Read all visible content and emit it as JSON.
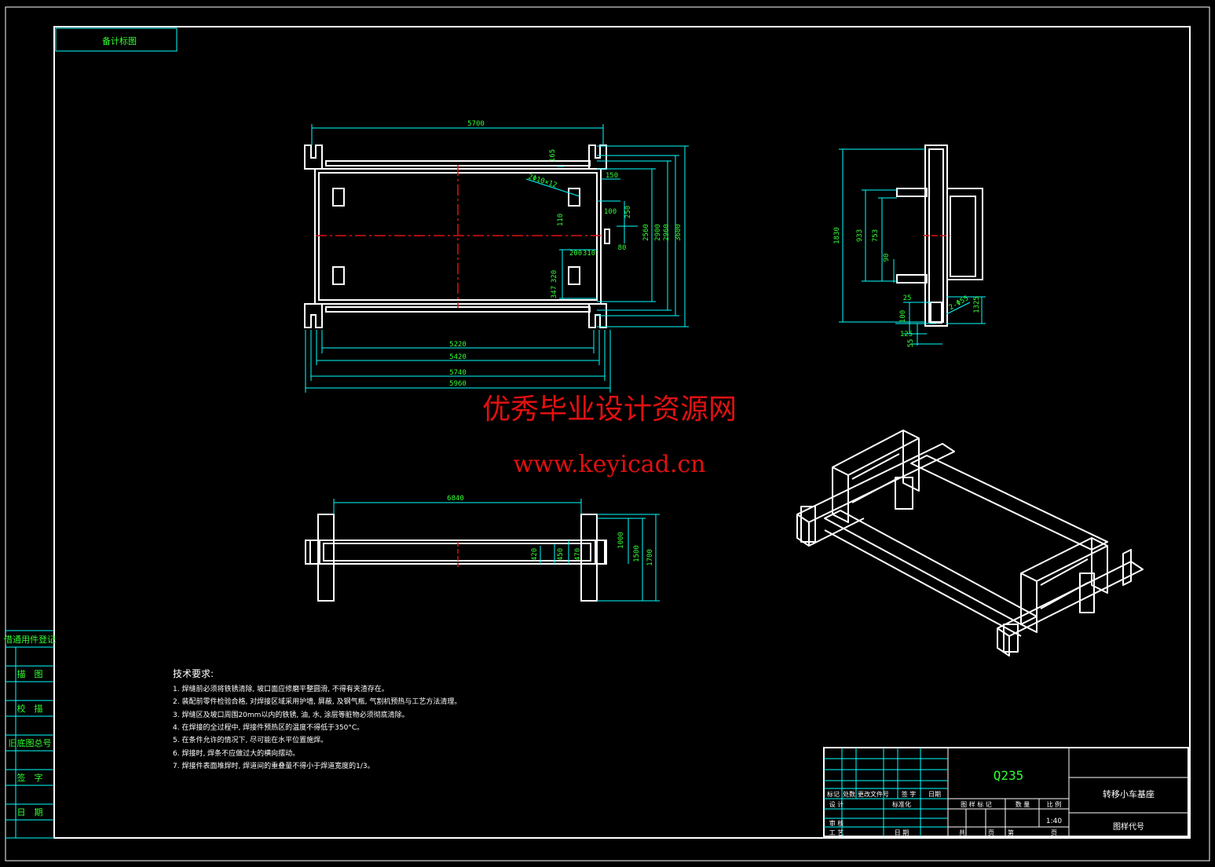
{
  "sidebar": {
    "top_label": "备计标图",
    "rows": [
      "借通用件登记",
      "描　图",
      "校　描",
      "旧底图总号",
      "签　字",
      "日　期"
    ]
  },
  "dimensions": {
    "top_width": "5700",
    "top_165": "165",
    "top_150": "150",
    "top_hole": "2Φ10×12",
    "top_100": "100",
    "top_250": "250",
    "top_110": "110",
    "top_80": "80",
    "top_200": "200",
    "top_310": "310",
    "top_320": "320",
    "top_347": "347",
    "top_2560": "2560",
    "top_2900": "2900",
    "top_2960": "2960",
    "top_3600": "3600",
    "bot_5220": "5220",
    "bot_5420": "5420",
    "bot_5740": "5740",
    "bot_5960": "5960",
    "front_width": "6840",
    "front_420": "420",
    "front_450": "450",
    "front_470": "470",
    "front_1000": "1000",
    "front_1500": "1500",
    "front_1700": "1700",
    "side_1830": "1830",
    "side_933": "933",
    "side_753": "753",
    "side_90": "90",
    "side_25": "25",
    "side_2phi": "2-Φ55",
    "side_1325": "1325",
    "side_100": "100",
    "side_125": "125",
    "side_55": "55"
  },
  "tech": {
    "title": "技术要求:",
    "items": [
      "1. 焊缝前必须将铁锈清除, 坡口面应修磨平整圆滑, 不得有夹渣存在。",
      "2. 装配前零件检验合格, 对焊接区域采用护墙, 屏蔽, 及钢气瓶, 气割机预热与工艺方法清理。",
      "3. 焊缝区及坡口周围20mm以内的铁锈, 油, 水, 涂层等脏物必须彻底清除。",
      "4. 在焊接的全过程中, 焊接件预热区的温度不得低于350°C。",
      "5. 在条件允许的情况下, 尽可能在水平位置施焊。",
      "6. 焊接时, 焊条不应做过大的横向摆动。",
      "7. 焊接件表面堆焊时, 焊道间的重叠量不得小于焊道宽度的1/3。"
    ]
  },
  "titleblock": {
    "material": "Q235",
    "part_name": "转移小车基座",
    "drawing_code": "图样代号",
    "scale": "1:40",
    "h_mark": "标记",
    "h_count": "处数",
    "h_doc": "更改文件号",
    "h_sign": "签 字",
    "h_date": "日期",
    "design": "设 计",
    "stdcheck": "标准化",
    "stage": "图 样 标 记",
    "weight": "数 量",
    "ratio": "比 例",
    "audit": "审 核",
    "craft": "工 艺",
    "approve": "日 期",
    "sheet_total": "共",
    "sheet_num": "第",
    "page": "页",
    "page2": "页"
  },
  "watermark": {
    "line1": "优秀毕业设计资源网",
    "line2": "www.keyicad.cn"
  }
}
